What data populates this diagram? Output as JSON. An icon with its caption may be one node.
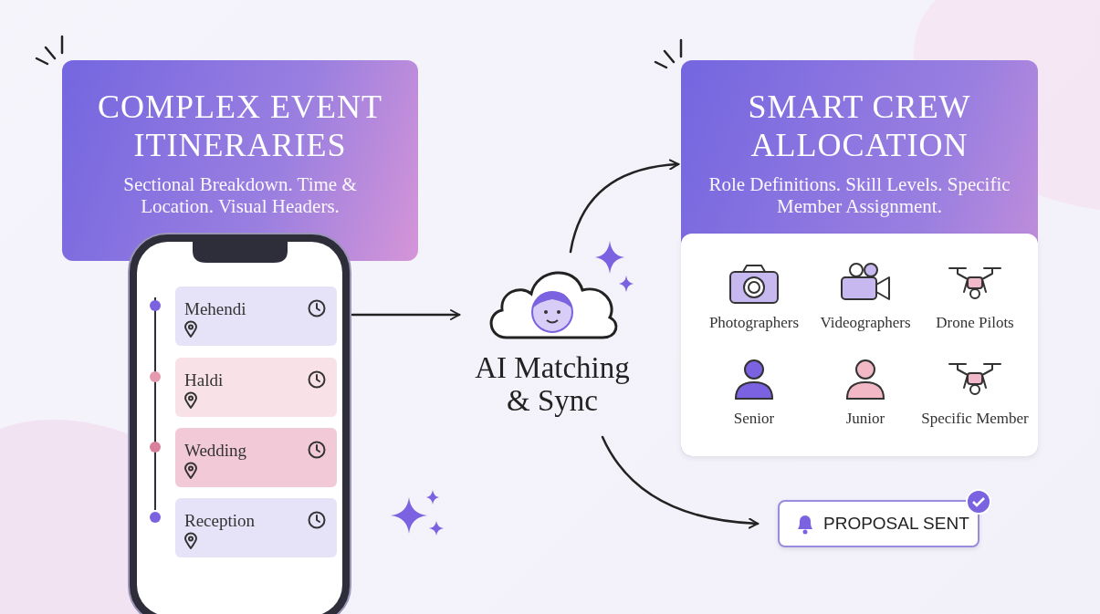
{
  "diagram": {
    "nodes": [
      {
        "text": [
          "COMPLEX EVENT ITINERARIES",
          "Sectional Breakdown. Time & Location. Visual Headers."
        ]
      },
      {
        "text": [],
        "shape": "phone"
      },
      {
        "text": [
          "Mehendi"
        ],
        "in": 1
      },
      {
        "text": [
          "Haldi"
        ],
        "in": 1
      },
      {
        "text": [
          "Wedding"
        ],
        "in": 1
      },
      {
        "text": [
          "Reception"
        ],
        "in": 1
      },
      {
        "text": [
          "AI Matching & Sync"
        ]
      },
      {
        "text": [
          "SMART CREW ALLOCATION",
          "Role Definitions. Skill Levels. Specific Member Assignment."
        ]
      },
      {
        "text": [
          "Photographers"
        ],
        "in": 7
      },
      {
        "text": [
          "Videographers"
        ],
        "in": 7
      },
      {
        "text": [
          "Drone Pilots"
        ],
        "in": 7
      },
      {
        "text": [
          "Senior"
        ],
        "in": 7
      },
      {
        "text": [
          "Junior"
        ],
        "in": 7
      },
      {
        "text": [
          "Specific Member"
        ],
        "in": 7
      },
      {
        "text": [
          "PROPOSAL SENT"
        ]
      }
    ],
    "edges": [
      {
        "from": 1,
        "to": 6,
        "arrow": "to"
      },
      {
        "from": 6,
        "to": 7,
        "arrow": "to"
      },
      {
        "from": 6,
        "to": 14,
        "arrow": "to"
      }
    ]
  }
}
